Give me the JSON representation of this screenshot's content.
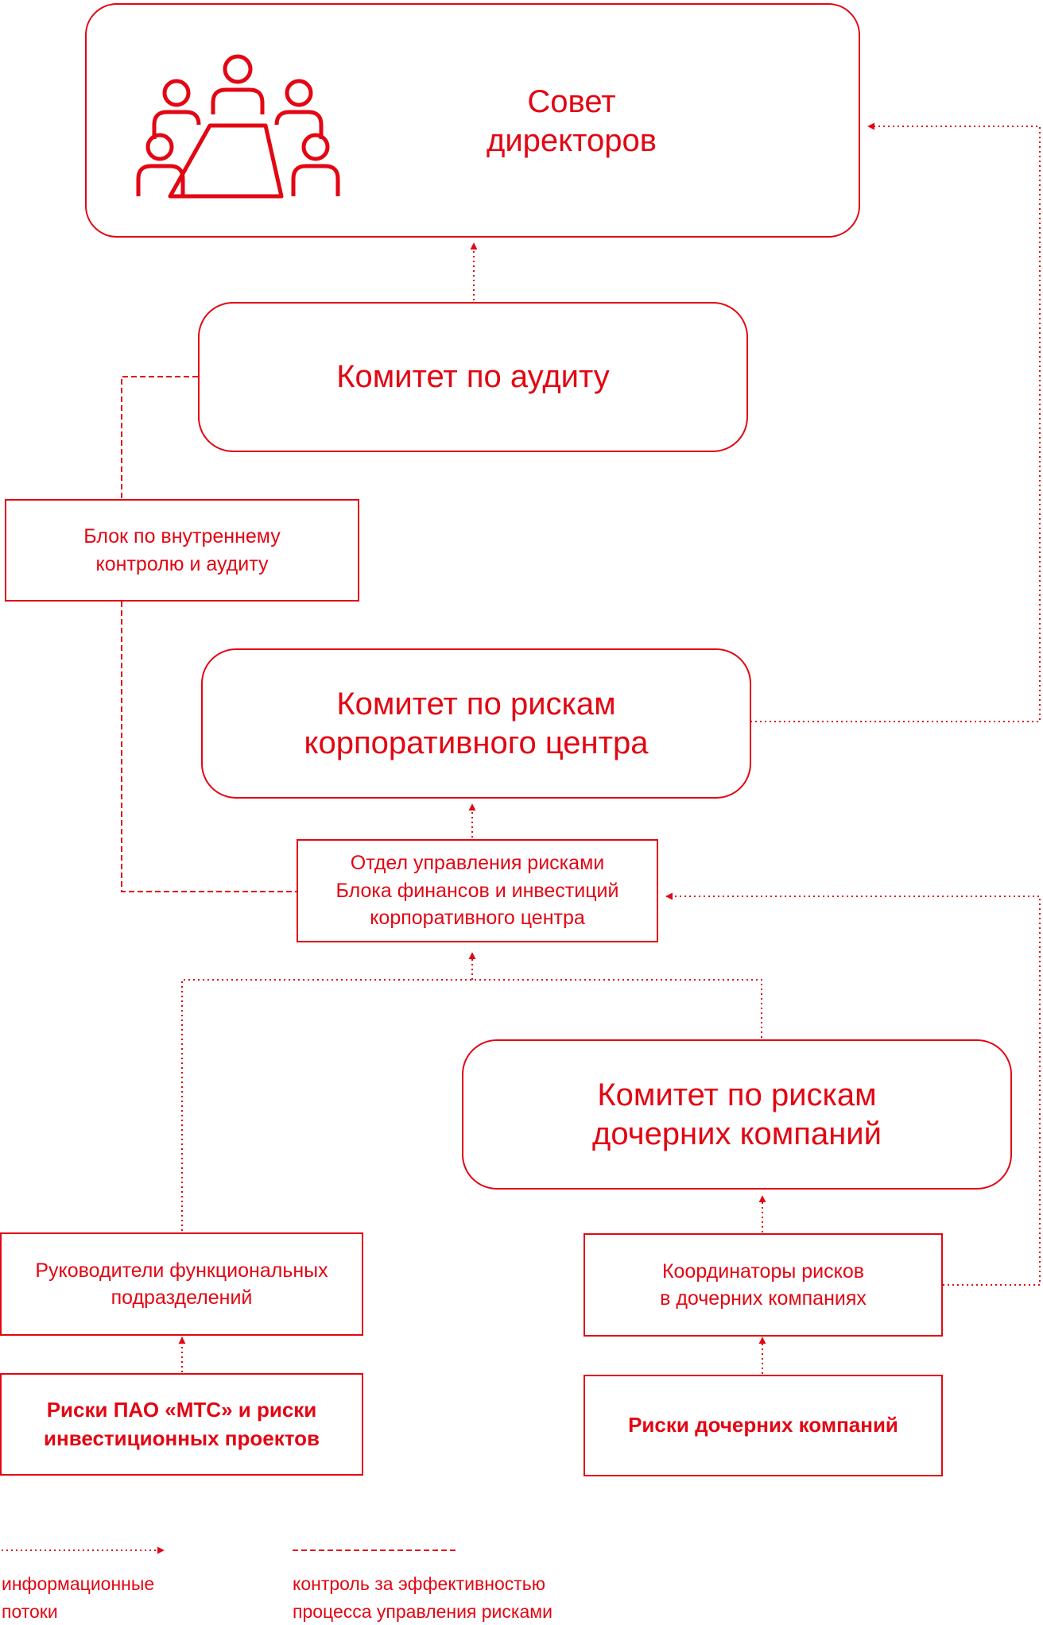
{
  "colors": {
    "accent": "#e30613",
    "background": "#ffffff"
  },
  "board": {
    "icon": "board-meeting-icon",
    "title": "Совет\nдиректоров"
  },
  "audit_committee": "Комитет по аудиту",
  "internal_audit": "Блок по внутреннему\nконтролю и аудиту",
  "corp_risk_committee": "Комитет по рискам\nкорпоративного центра",
  "risk_department": "Отдел управления рисками\nБлока финансов и инвестиций\nкорпоративного центра",
  "subsidiary_risk_committee": "Комитет по рискам\nдочерних компаний",
  "functional_heads": "Руководители функциональных\nподразделений",
  "risk_coordinators": "Координаторы рисков\nв дочерних компаниях",
  "mts_risks": "Риски ПАО «МТС» и риски\nинвестиционных проектов",
  "subsidiary_risks": "Риски дочерних компаний",
  "legend": {
    "info_flows": "информационные\nпотоки",
    "control": "контроль за эффективностью\nпроцесса управления рисками"
  }
}
